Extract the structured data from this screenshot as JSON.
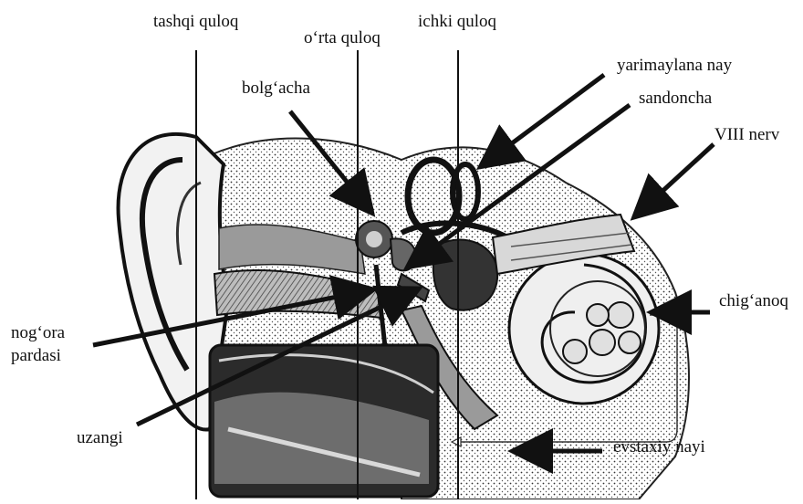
{
  "labels": {
    "tashqi_quloq": "tashqi quloq",
    "orta_quloq": "o‘rta quloq",
    "ichki_quloq": "ichki quloq",
    "yarimaylana_nay": "yarimaylana nay",
    "sandoncha": "sandoncha",
    "bolgacha": "bolg‘acha",
    "viii_nerv": "VIII nerv",
    "chiganoq": "chig‘anoq",
    "nogora_pardasi_1": "nog‘ora",
    "nogora_pardasi_2": "pardasi",
    "uzangi": "uzangi",
    "evstaxiy_nayi": "evstaxiy nayi"
  },
  "colors": {
    "ink": "#111111",
    "shade": "#3a3a3a",
    "tissue": "#e6e6e6",
    "paper": "#ffffff"
  }
}
